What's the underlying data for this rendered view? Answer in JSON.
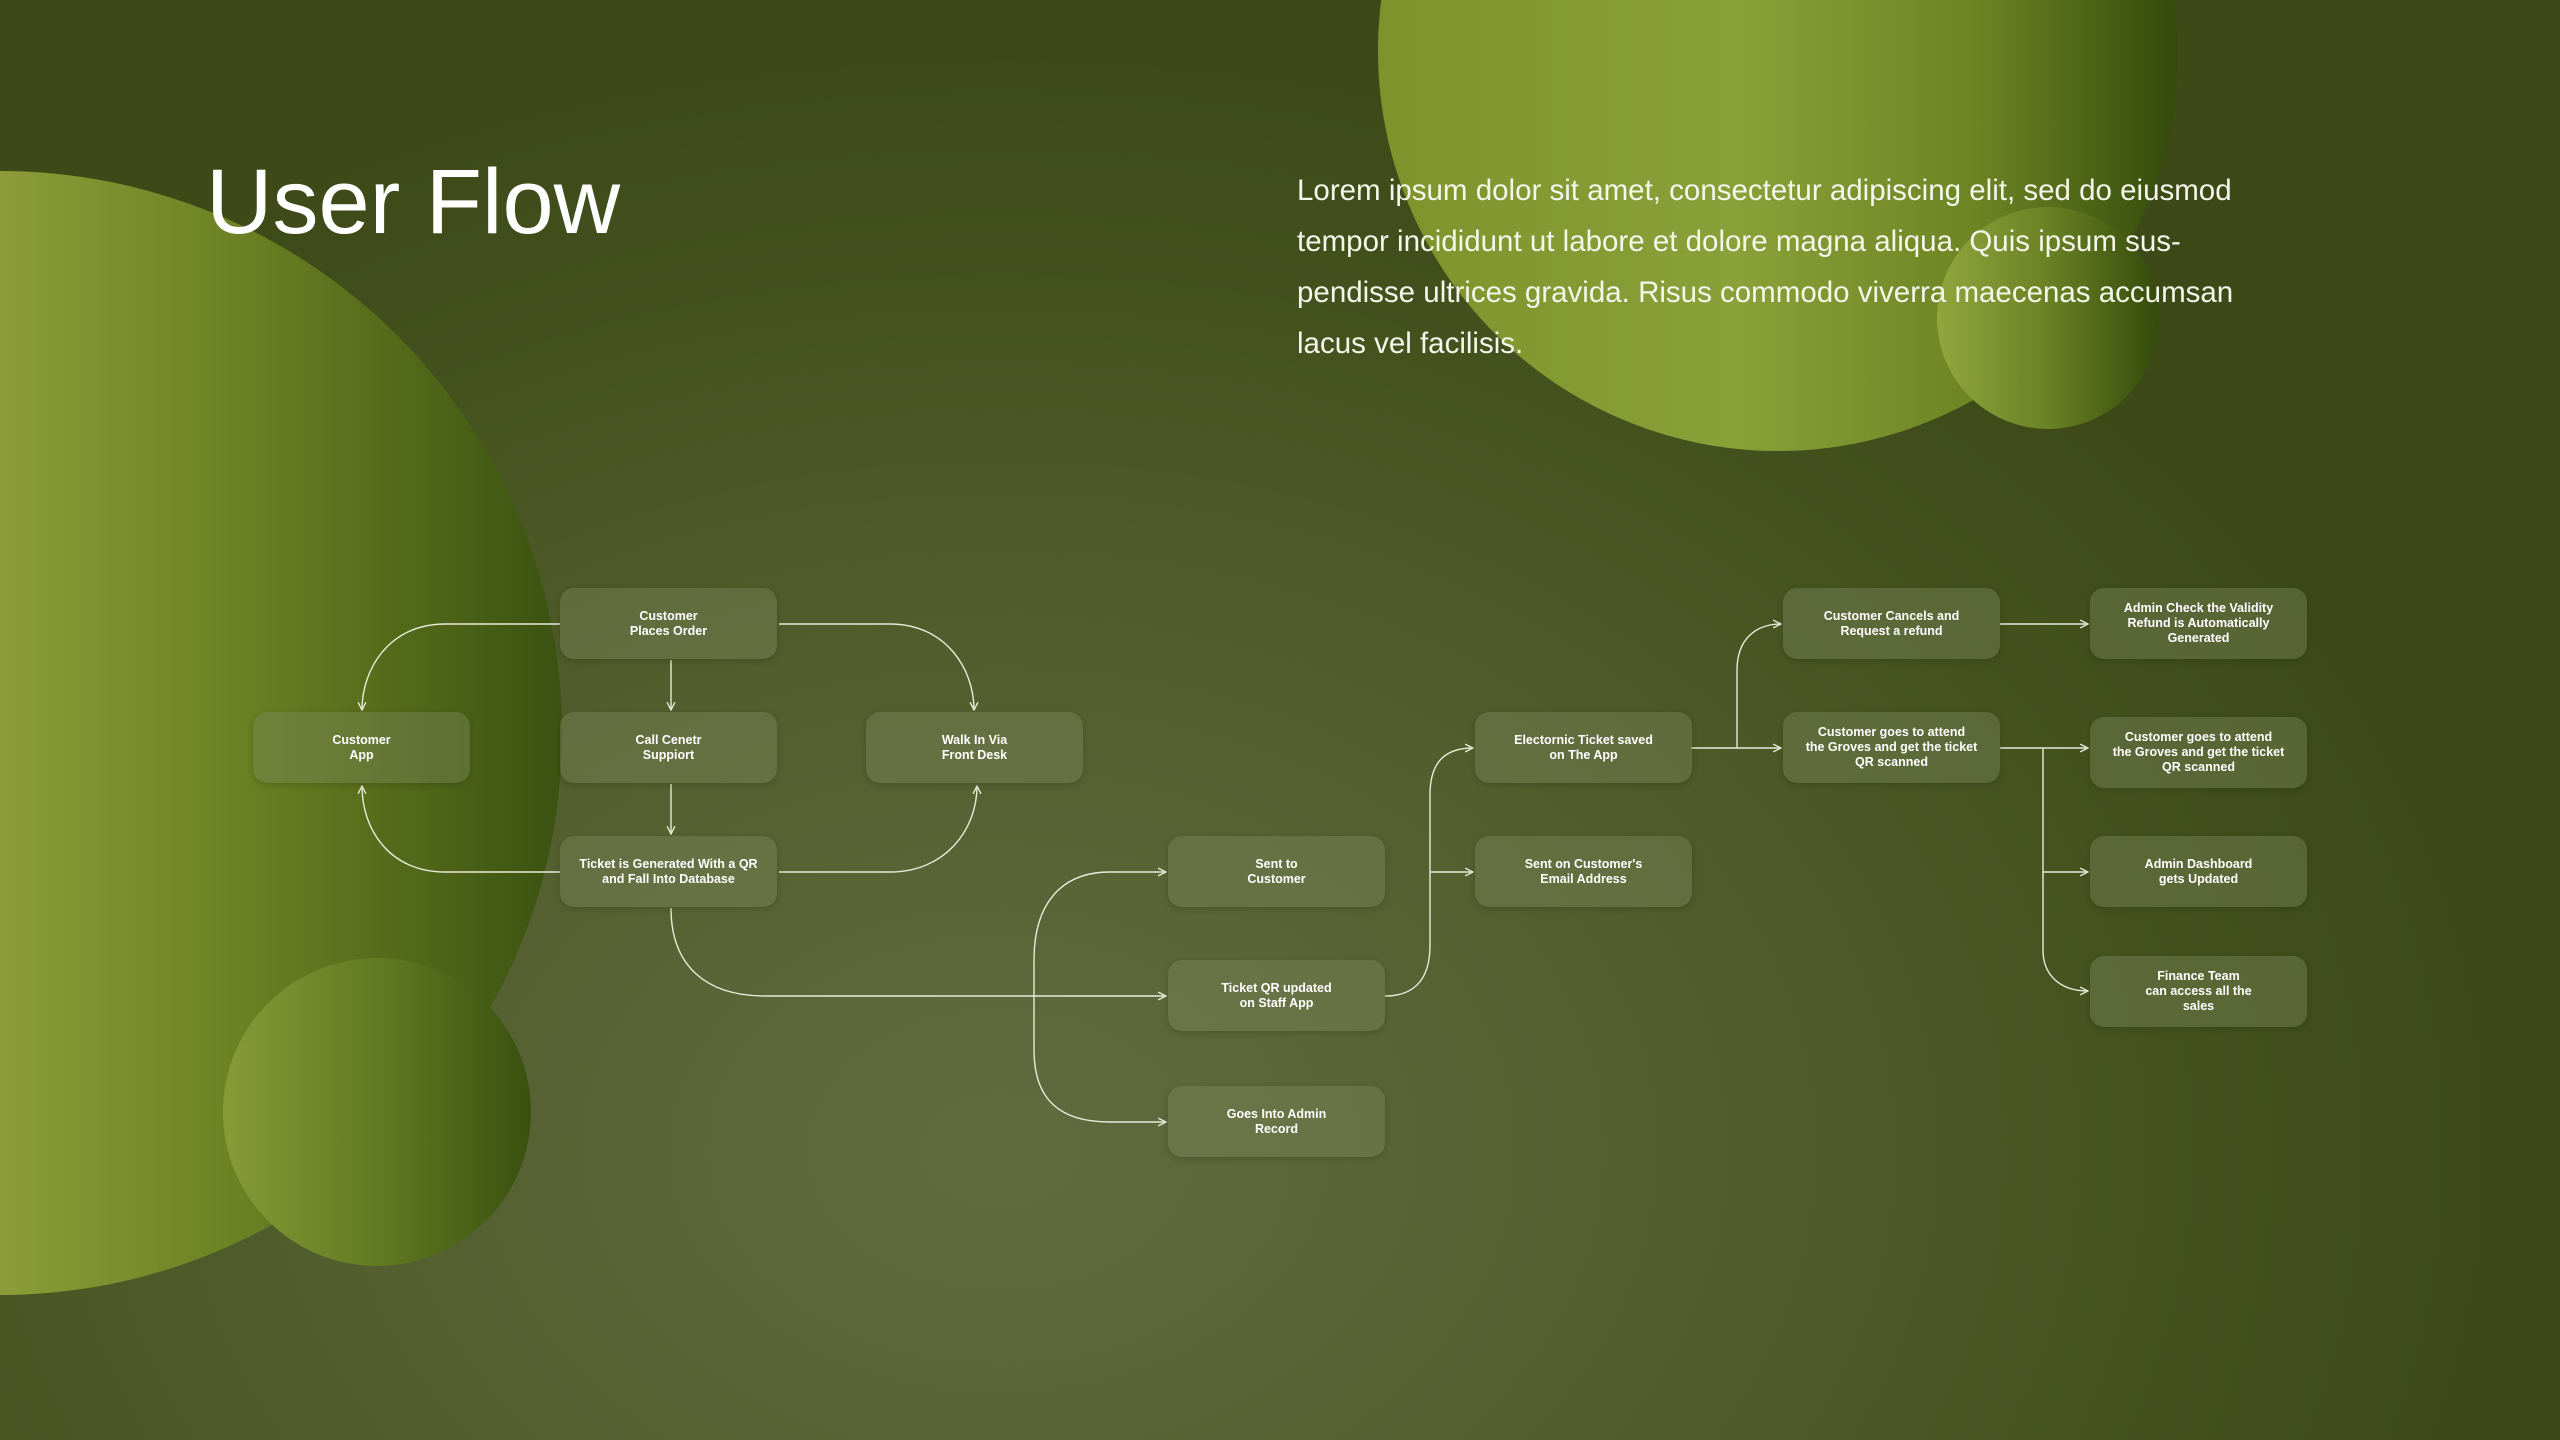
{
  "title": "User Flow",
  "description": "Lorem ipsum dolor sit amet, consectetur adipiscing elit, sed do eiusmod tempor incididunt ut labore et dolore magna aliqua. Quis ipsum sus-pendisse ultrices gravida. Risus commodo viverra maecenas accumsan lacus vel facilisis.",
  "colors": {
    "background": "#4f5b28",
    "accent_light": "#93a33e",
    "accent_dark": "#3b5211",
    "node": "#5f6a3e",
    "line": "#e6ead8"
  },
  "nodes": {
    "places_order": "Customer\nPlaces Order",
    "customer_app": "Customer\nApp",
    "call_center": "Call Cenetr\nSuppiort",
    "walk_in": "Walk In Via\nFront Desk",
    "ticket_generated": "Ticket is Generated With a QR\nand Fall Into Database",
    "sent_to_customer": "Sent to\nCustomer",
    "ticket_qr_updated": "Ticket QR updated\non Staff App",
    "admin_record": "Goes Into Admin\nRecord",
    "electronic_ticket": "Electornic Ticket saved\non The App",
    "sent_email": "Sent on Customer's\nEmail Address",
    "customer_cancels": "Customer Cancels and\nRequest a refund",
    "attend_scan_1": "Customer goes to attend\nthe Groves and get the ticket\nQR scanned",
    "admin_check": "Admin Check the Validity\nRefund is Automatically\nGenerated",
    "attend_scan_2": "Customer goes to attend\nthe Groves and get the ticket\nQR scanned",
    "admin_dashboard": "Admin Dashboard\ngets Updated",
    "finance_team": "Finance Team\ncan access all the\nsales"
  }
}
